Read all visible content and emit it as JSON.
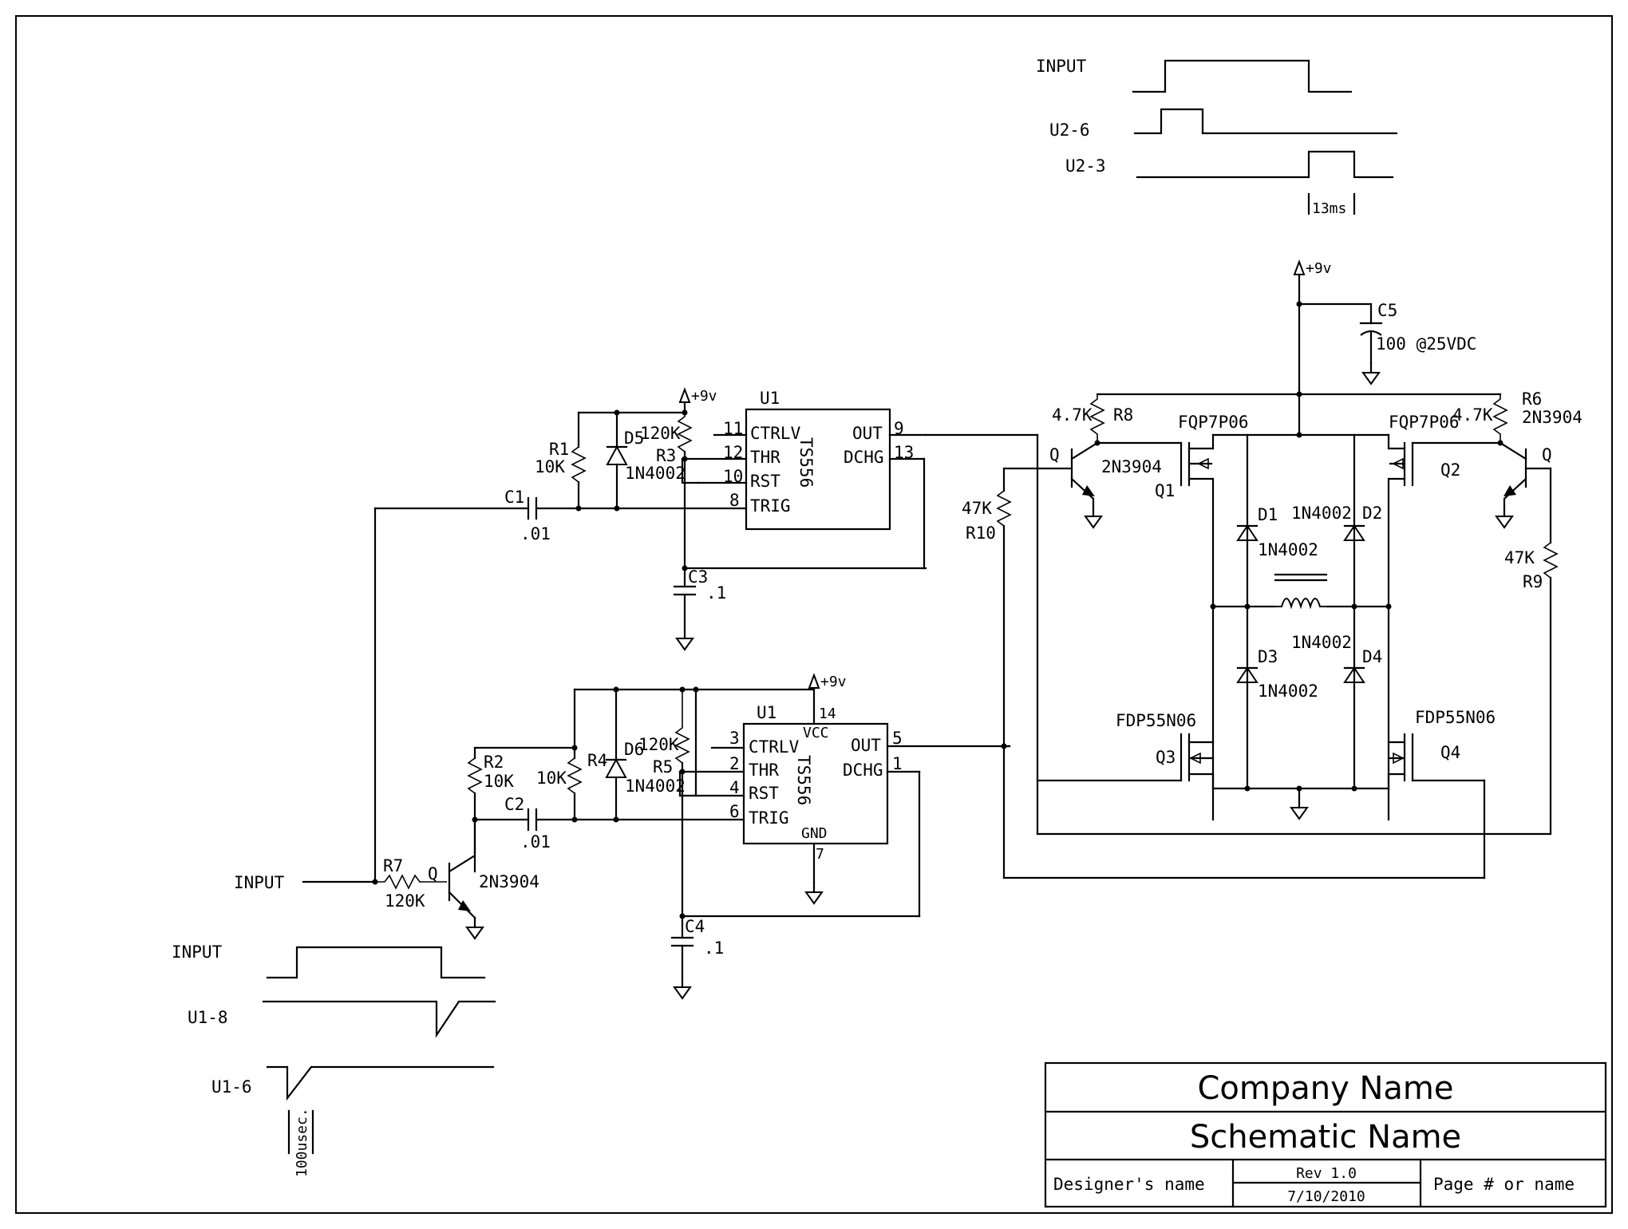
{
  "title_block": {
    "company": "Company Name",
    "schematic": "Schematic Name",
    "designer": "Designer's name",
    "rev": "Rev 1.0",
    "date": "7/10/2010",
    "page": "Page # or name"
  },
  "supply": "+9v",
  "ic_u1_top": {
    "ref": "U1",
    "part": "TS556",
    "pins": {
      "ctrlv": "CTRLV",
      "thr": "THR",
      "rst": "RST",
      "trig": "TRIG",
      "out": "OUT",
      "dchg": "DCHG"
    },
    "pin_numbers": {
      "ctrlv": "11",
      "thr": "12",
      "rst": "10",
      "trig": "8",
      "out": "9",
      "dchg": "13"
    }
  },
  "ic_u1_bottom": {
    "ref": "U1",
    "part": "TS556",
    "pins": {
      "vcc": "VCC",
      "ctrlv": "CTRLV",
      "thr": "THR",
      "rst": "RST",
      "trig": "TRIG",
      "out": "OUT",
      "dchg": "DCHG",
      "gnd": "GND"
    },
    "pin_numbers": {
      "vcc": "14",
      "ctrlv": "3",
      "thr": "2",
      "rst": "4",
      "trig": "6",
      "out": "5",
      "dchg": "1",
      "gnd": "7"
    }
  },
  "labels": {
    "r1": "R1",
    "r1_val": "10K",
    "d5": "D5",
    "d5_part": "1N4002",
    "r3": "R3",
    "r3_val": "120K",
    "c1": "C1",
    "c1_val": ".01",
    "c3": "C3",
    "c3_val": ".1",
    "r2": "R2",
    "r2_val": "10K",
    "r4": "R4",
    "r4_val": "10K",
    "d6": "D6",
    "d6_part": "1N4002",
    "r5": "R5",
    "r5_val": "120K",
    "c2": "C2",
    "c2_val": ".01",
    "c4": "C4",
    "c4_val": ".1",
    "r7": "R7",
    "r7_val": "120K",
    "q_low": "Q",
    "q_low_part": "2N3904",
    "input": "INPUT",
    "r8": "R8",
    "r8_val": "4.7K",
    "r6": "R6",
    "r6_val": "4.7K",
    "q_left": "Q",
    "q_left_part": "2N3904",
    "q_right": "Q",
    "q_right_part": "2N3904",
    "r10": "R10",
    "r10_val": "47K",
    "r9": "R9",
    "r9_val": "47K",
    "q1": "Q1",
    "q1_part": "FQP7P06",
    "q2": "Q2",
    "q2_part": "FQP7P06",
    "q3": "Q3",
    "q3_part": "FDP55N06",
    "q4": "Q4",
    "q4_part": "FDP55N06",
    "d1": "D1",
    "d1_part": "1N4002",
    "d2": "D2",
    "d2_part": "1N4002",
    "d3": "D3",
    "d3_part": "1N4002",
    "d4": "D4",
    "d4_part": "1N4002",
    "c5": "C5",
    "c5_val": "100 @25VDC"
  },
  "timing_top": {
    "input": "INPUT",
    "u2_6": "U2-6",
    "u2_3": "U2-3",
    "duration": "13ms"
  },
  "timing_bottom": {
    "input": "INPUT",
    "u1_8": "U1-8",
    "u1_6": "U1-6",
    "duration": "100usec."
  }
}
